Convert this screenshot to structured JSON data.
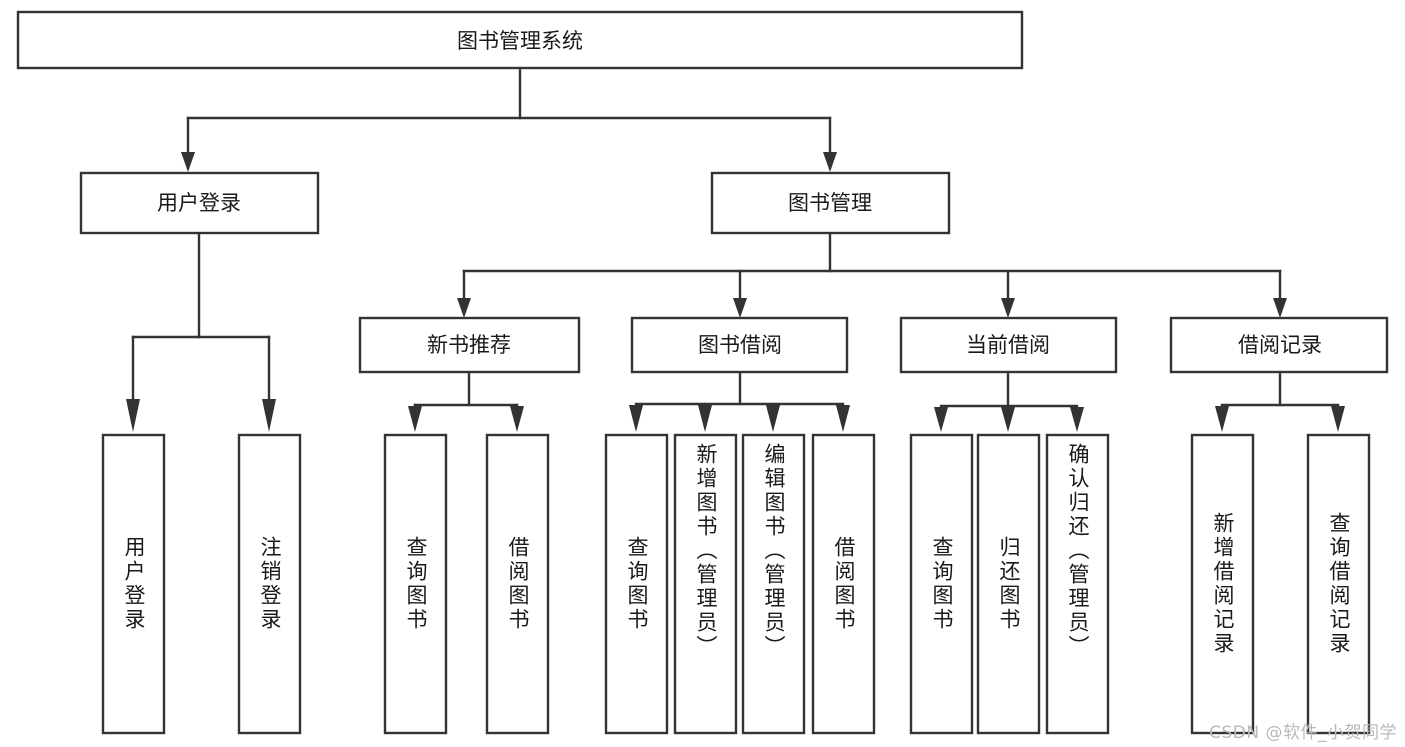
{
  "diagram": {
    "type": "tree",
    "title": "图书管理系统",
    "orientation": "top-down",
    "background_color": "#ffffff",
    "line_color": "#333333",
    "text_color": "#1a1a1a",
    "root": {
      "label": "图书管理系统"
    },
    "level2": [
      {
        "label": "用户登录"
      },
      {
        "label": "图书管理"
      }
    ],
    "level3": [
      {
        "label": "新书推荐"
      },
      {
        "label": "图书借阅"
      },
      {
        "label": "当前借阅"
      },
      {
        "label": "借阅记录"
      }
    ],
    "leaves": {
      "user_login": [
        {
          "label": "用户登录"
        },
        {
          "label": "注销登录"
        }
      ],
      "new_book_recommend": [
        {
          "label": "查询图书"
        },
        {
          "label": "借阅图书"
        }
      ],
      "book_borrow": [
        {
          "label": "查询图书"
        },
        {
          "label": "新增图书（管理员）"
        },
        {
          "label": "编辑图书（管理员）"
        },
        {
          "label": "借阅图书"
        }
      ],
      "current_borrow": [
        {
          "label": "查询图书"
        },
        {
          "label": "归还图书"
        },
        {
          "label": "确认归还（管理员）"
        }
      ],
      "borrow_record": [
        {
          "label": "新增借阅记录"
        },
        {
          "label": "查询借阅记录"
        }
      ]
    }
  },
  "watermark": {
    "text": "CSDN @软件_小贺同学"
  }
}
